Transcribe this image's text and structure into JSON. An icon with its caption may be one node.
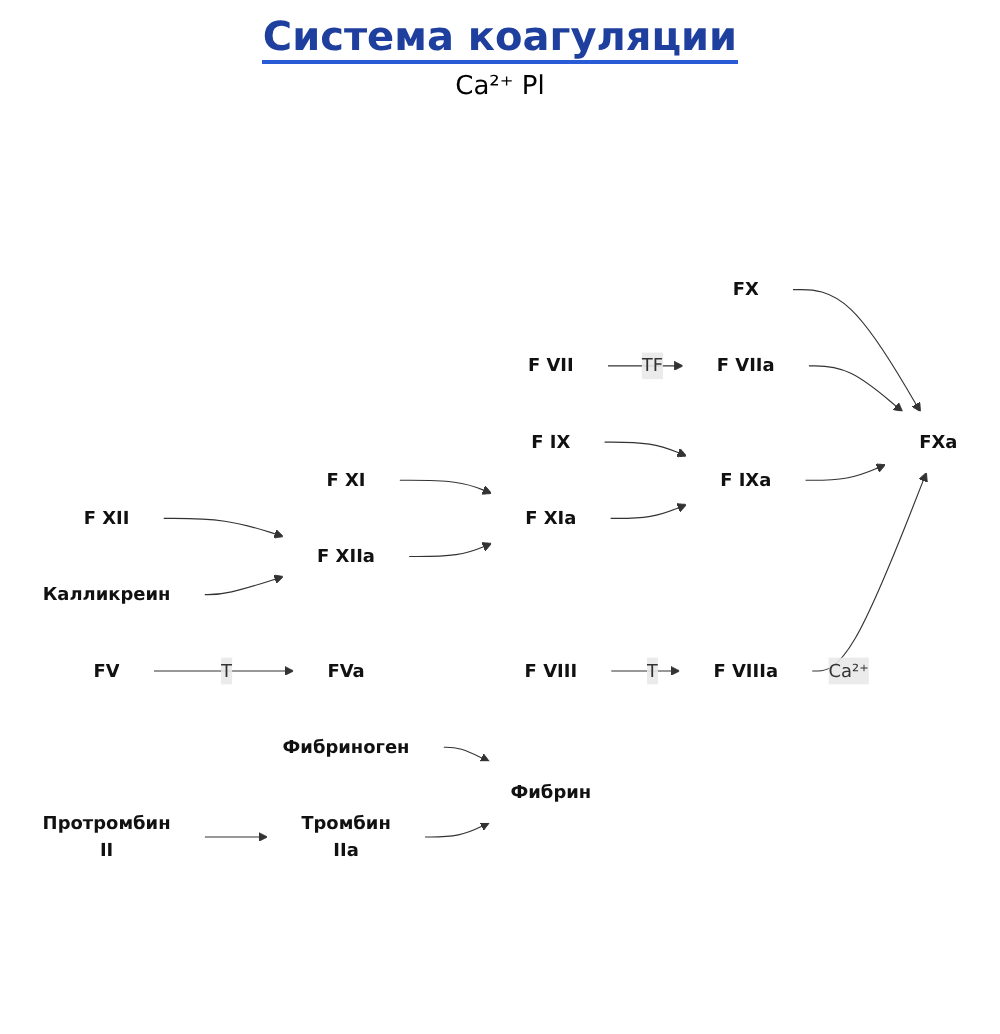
{
  "diagram": {
    "title": "Система коагуляции",
    "nodes": [
      {
        "text": [
          "Калликреин"
        ]
      },
      {
        "text": [
          "F XIIa"
        ]
      },
      {
        "text": [
          "F XII"
        ]
      },
      {
        "text": [
          "F XIa"
        ]
      },
      {
        "text": [
          "F XI"
        ]
      },
      {
        "text": [
          "F IXa"
        ]
      },
      {
        "text": [
          "F IX"
        ]
      },
      {
        "text": [
          "F VIIIa"
        ]
      },
      {
        "text": [
          "F VIII"
        ]
      },
      {
        "text": [
          "F VII"
        ]
      },
      {
        "text": [
          "F VIIa"
        ]
      },
      {
        "text": [
          "FX"
        ]
      },
      {
        "text": [
          "FXa"
        ]
      },
      {
        "text": [
          "FV"
        ]
      },
      {
        "text": [
          "FVa"
        ]
      },
      {
        "text": [
          "Протромбин",
          "II"
        ]
      },
      {
        "text": [
          "Тромбин",
          "IIa"
        ]
      },
      {
        "text": [
          "Фибриноген"
        ]
      },
      {
        "text": [
          "Фибрин"
        ]
      }
    ],
    "edges": [
      {
        "from": 2,
        "to": 1,
        "arrow": "to"
      },
      {
        "from": 0,
        "to": 1,
        "arrow": "to"
      },
      {
        "from": 4,
        "to": 3,
        "arrow": "to"
      },
      {
        "from": 1,
        "to": 3,
        "arrow": "to"
      },
      {
        "from": 6,
        "to": 5,
        "arrow": "to"
      },
      {
        "from": 3,
        "to": 5,
        "arrow": "to"
      },
      {
        "from": 8,
        "to": 7,
        "label": "T",
        "arrow": "to"
      },
      {
        "from": 9,
        "to": 10,
        "label": "TF",
        "arrow": "to"
      },
      {
        "from": 11,
        "to": 12,
        "arrow": "to"
      },
      {
        "from": 10,
        "to": 12,
        "arrow": "to"
      },
      {
        "from": 5,
        "to": 12,
        "arrow": "to"
      },
      {
        "from": 7,
        "to": 12,
        "label": "Ca²⁺",
        "arrow": "to"
      },
      {
        "from": 13,
        "to": 14,
        "label": "T",
        "arrow": "to"
      },
      {
        "from": 15,
        "to": 16,
        "arrow": "to"
      },
      {
        "from": 17,
        "to": 18,
        "arrow": "to"
      },
      {
        "from": 16,
        "to": 18,
        "arrow": "to"
      }
    ],
    "labels": [
      "Ca²⁺ Pl"
    ]
  }
}
